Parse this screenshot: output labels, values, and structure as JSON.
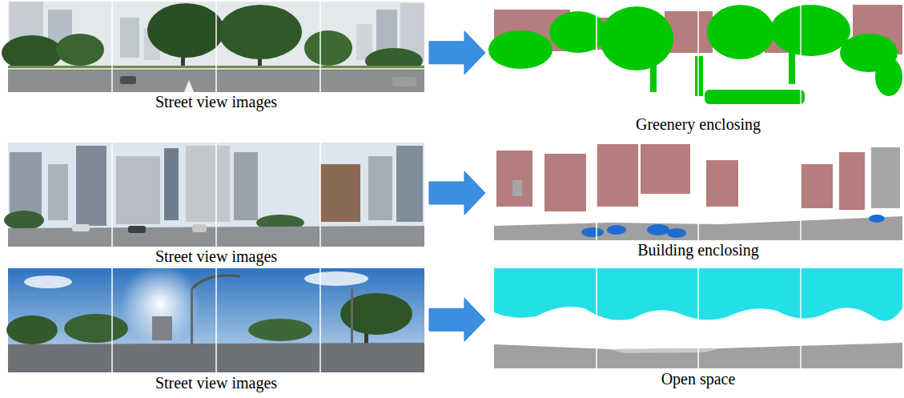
{
  "diagram": {
    "nodes": [
      {
        "text": [
          "Street view images"
        ]
      },
      {
        "text": [
          "Greenery enclosing"
        ]
      },
      {
        "text": [
          "Street view images"
        ]
      },
      {
        "text": [
          "Building enclosing"
        ]
      },
      {
        "text": [
          "Street view images"
        ]
      },
      {
        "text": [
          "Open space"
        ]
      }
    ],
    "edges": [
      {
        "from": 0,
        "to": 1,
        "arrow": "to"
      },
      {
        "from": 2,
        "to": 3,
        "arrow": "to"
      },
      {
        "from": 4,
        "to": 5,
        "arrow": "to"
      }
    ]
  }
}
